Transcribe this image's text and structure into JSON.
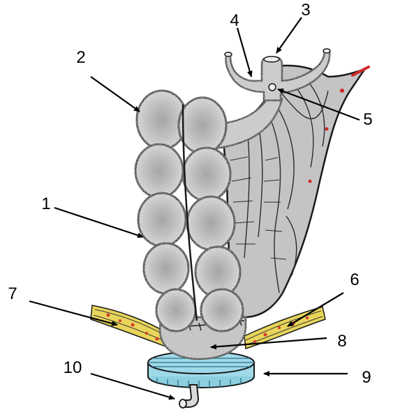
{
  "colors": {
    "organ_fill": "#d9d9d9",
    "organ_outline": "#1a1a1a",
    "mesentery_fill": "#b5b5b5",
    "mesentery_lines": "#2a2a2a",
    "muscle_band": "#e8d55a",
    "muscle_dots": "#d83a2a",
    "base_ring": "#9fd9e8",
    "base_ring_lines": "#2f6f86",
    "vessel_red": "#cc2a2a"
  },
  "labels": {
    "l1": "1",
    "l2": "2",
    "l3": "3",
    "l4": "4",
    "l5": "5",
    "l6": "6",
    "l7": "7",
    "l8": "8",
    "l9": "9",
    "l10": "10"
  }
}
